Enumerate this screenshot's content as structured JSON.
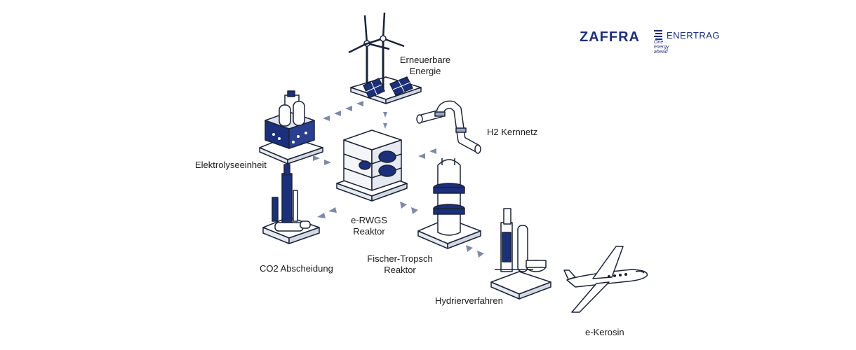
{
  "logo": {
    "brand": "ZAFFRA",
    "partner": "ENERTRAG",
    "tagline": "One energy ahead"
  },
  "nodes": {
    "renewable": {
      "line1": "Erneuerbare",
      "line2": "Energie"
    },
    "h2": {
      "line1": "H2 Kernnetz"
    },
    "electrolysis": {
      "line1": "Elektrolyseeinheit"
    },
    "rwgs": {
      "line1": "e-RWGS",
      "line2": "Reaktor"
    },
    "co2": {
      "line1": "CO2 Abscheidung"
    },
    "ft": {
      "line1": "Fischer-Tropsch",
      "line2": "Reaktor"
    },
    "hydro": {
      "line1": "Hydrierverfahren"
    },
    "kerosene": {
      "line1": "e-Kerosin"
    }
  },
  "colors": {
    "navy": "#1c2f7a",
    "outline": "#1a2338",
    "arrow": "#7e8aa8",
    "platform": "#ffffff"
  }
}
